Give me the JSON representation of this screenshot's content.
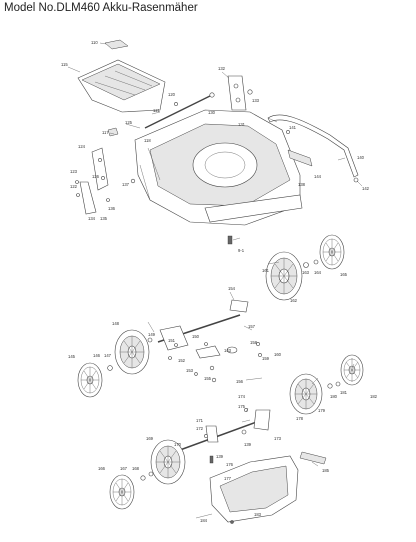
{
  "title": "Model No.DLM460 Akku-Rasenmäher",
  "parts": {
    "p110": "110",
    "p115": "115",
    "p132": "132",
    "p133": "133",
    "p131": "131",
    "p130": "130",
    "p120": "120",
    "p121": "121",
    "p125": "125",
    "p117": "117",
    "p118": "118",
    "p138": "138",
    "p141": "141",
    "p140": "140",
    "p142": "142",
    "p144": "144",
    "p124": "124",
    "p123": "123",
    "p122": "122",
    "p137": "137",
    "p126": "126",
    "p136": "136",
    "p134": "134",
    "p135": "135",
    "p91": "9-1",
    "p161": "161",
    "p162": "162",
    "p163": "163",
    "p164": "164",
    "p165": "165",
    "p154": "154",
    "p157": "157",
    "p148": "148",
    "p149": "149",
    "p145": "145",
    "p146": "146",
    "p147": "147",
    "p151": "151",
    "p150": "150",
    "p152": "152",
    "p153": "153",
    "p158": "158",
    "p159": "159",
    "p160": "160",
    "p155": "155",
    "p156": "156",
    "p143": "143",
    "p174": "174",
    "p175": "175",
    "p171": "171",
    "p172": "172",
    "p173": "173",
    "p169": "169",
    "p170": "170",
    "p176": "176",
    "p177": "177",
    "p178": "178",
    "p179": "179",
    "p180": "180",
    "p181": "181",
    "p182": "182",
    "p166": "166",
    "p167": "167",
    "p168": "168",
    "p183": "183",
    "p184": "184",
    "p185": "185",
    "p139": "139",
    "p139b": "139"
  },
  "colors": {
    "line": "#444444",
    "fill": "#ffffff",
    "shade": "#e6e6e6"
  }
}
